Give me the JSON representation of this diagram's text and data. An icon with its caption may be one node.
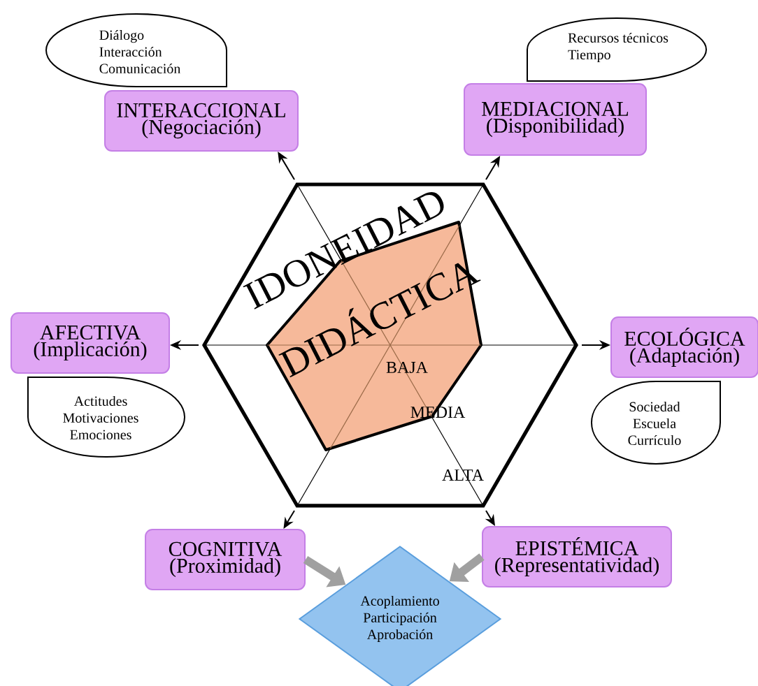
{
  "diagram": {
    "nodes": [
      {
        "text": [
          "Diálogo",
          "Interacción",
          "Comunicación"
        ]
      },
      {
        "text": [
          "Recursos técnicos",
          "Tiempo"
        ]
      },
      {
        "text": [
          "INTERACCIONAL",
          "(Negociación)"
        ]
      },
      {
        "text": [
          "MEDIACIONAL",
          "(Disponibilidad)"
        ]
      },
      {
        "text": [
          "AFECTIVA",
          "(Implicación)"
        ]
      },
      {
        "text": [
          "ECOLÓGICA",
          "(Adaptación)"
        ]
      },
      {
        "text": [
          "Actitudes",
          "Motivaciones",
          "Emociones"
        ]
      },
      {
        "text": [
          "Sociedad",
          "Escuela",
          "Currículo"
        ]
      },
      {
        "text": [
          "COGNITIVA",
          "(Proximidad)"
        ]
      },
      {
        "text": [
          "EPISTÉMICA",
          "(Representatividad)"
        ]
      },
      {
        "text": [
          "Acoplamiento",
          "Participación",
          "Aprobación"
        ]
      }
    ],
    "edges": [
      {
        "from": null,
        "to": 2,
        "arrow": "to"
      },
      {
        "from": null,
        "to": 3,
        "arrow": "to"
      },
      {
        "from": null,
        "to": 4,
        "arrow": "to"
      },
      {
        "from": null,
        "to": 5,
        "arrow": "to"
      },
      {
        "from": null,
        "to": 8,
        "arrow": "to"
      },
      {
        "from": null,
        "to": 9,
        "arrow": "to"
      },
      {
        "from": 8,
        "to": 10,
        "arrow": "to",
        "style": "thick",
        "color": "#a0a0a0"
      },
      {
        "from": 9,
        "to": 10,
        "arrow": "to",
        "style": "thick",
        "color": "#a0a0a0"
      }
    ],
    "labels": [
      "IDONEIDAD",
      "DIDÁCTICA",
      "BAJA",
      "MEDIA",
      "ALTA"
    ]
  }
}
